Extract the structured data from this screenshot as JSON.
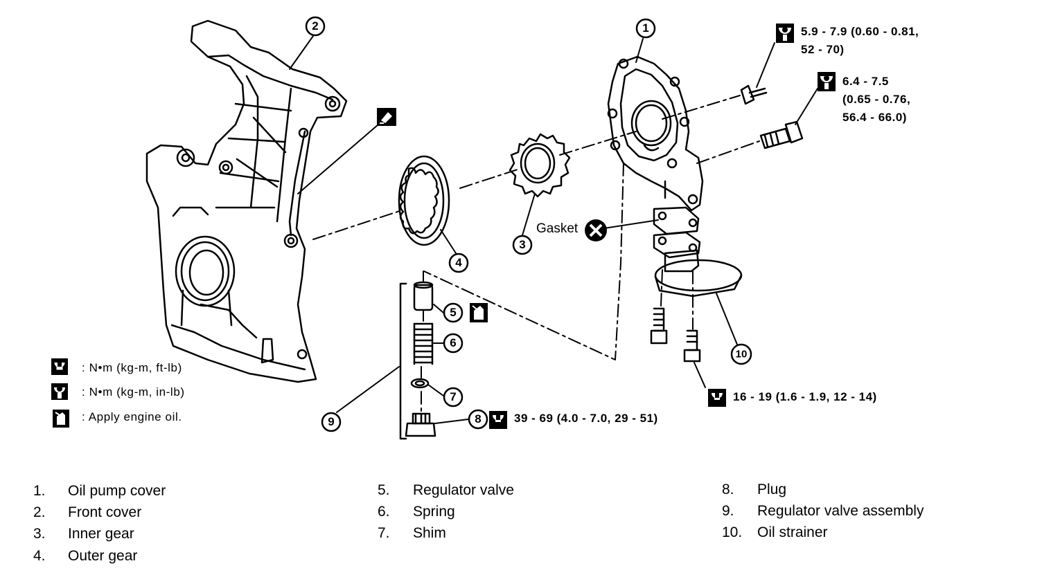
{
  "callouts": [
    "1",
    "2",
    "3",
    "4",
    "5",
    "6",
    "7",
    "8",
    "9",
    "10"
  ],
  "torque": {
    "t1": {
      "line1": "5.9 - 7.9 (0.60 - 0.81,",
      "line2": "52 - 70)"
    },
    "t2": {
      "line1": "6.4 - 7.5",
      "line2": "(0.65 - 0.76,",
      "line3": "56.4 - 66.0)"
    },
    "t3": "16 - 19 (1.6 - 1.9, 12 - 14)",
    "t4": "39 - 69 (4.0 - 7.0, 29 - 51)"
  },
  "gasket_label": "Gasket",
  "legend": [
    {
      "text": ": N•m (kg-m, ft-lb)"
    },
    {
      "text": ": N•m (kg-m, in-lb)"
    },
    {
      "text": ": Apply engine oil."
    }
  ],
  "parts": [
    {
      "num": "1.",
      "label": "Oil pump cover"
    },
    {
      "num": "2.",
      "label": "Front cover"
    },
    {
      "num": "3.",
      "label": "Inner gear"
    },
    {
      "num": "4.",
      "label": "Outer gear"
    },
    {
      "num": "5.",
      "label": "Regulator valve"
    },
    {
      "num": "6.",
      "label": "Spring"
    },
    {
      "num": "7.",
      "label": "Shim"
    },
    {
      "num": "8.",
      "label": "Plug"
    },
    {
      "num": "9.",
      "label": "Regulator valve assembly"
    },
    {
      "num": "10.",
      "label": "Oil strainer"
    }
  ]
}
